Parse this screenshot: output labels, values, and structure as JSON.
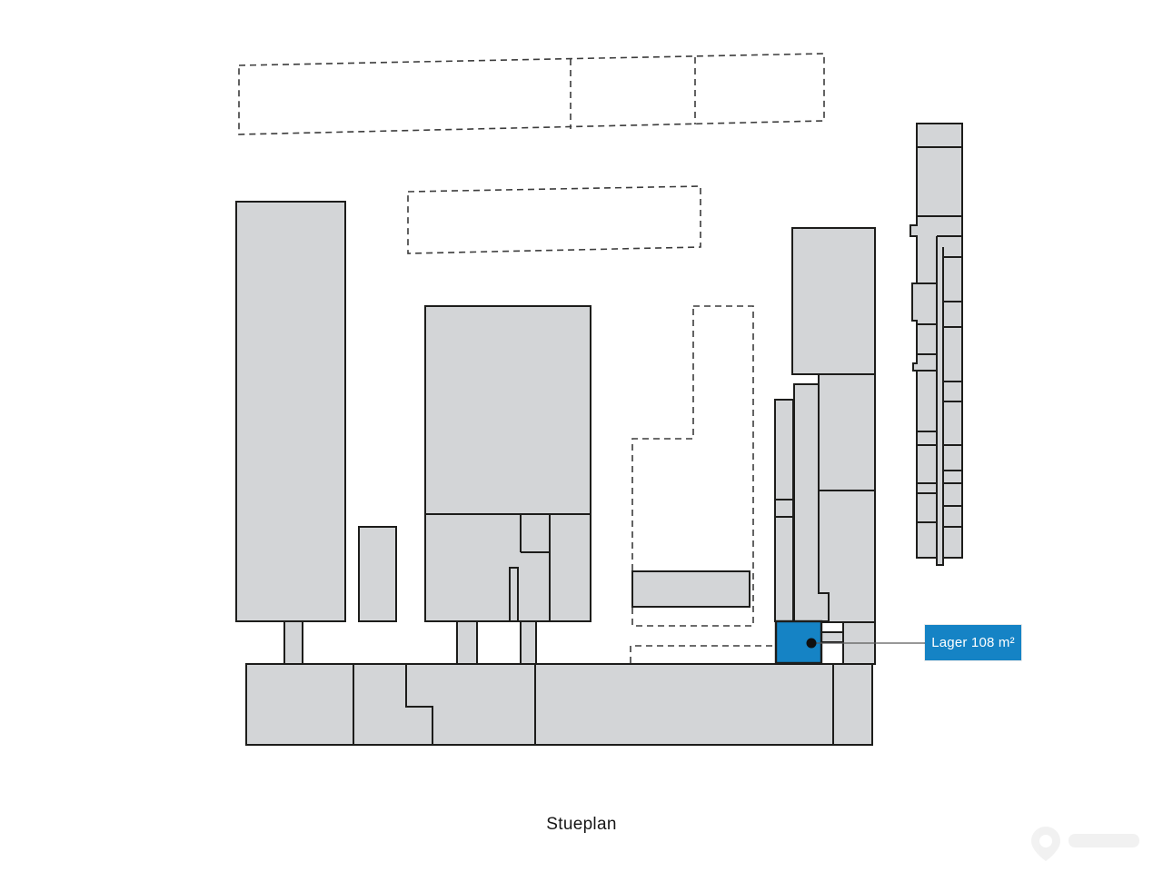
{
  "page": {
    "title": "Stueplan",
    "background": "#ffffff"
  },
  "floorplan": {
    "highlighted_unit": {
      "label": "Lager 108 m²",
      "type": "Lager",
      "area_m2": 108
    },
    "colors": {
      "accent_blue": "#1583c5",
      "building_fill": "#d3d5d7",
      "outline": "#1d1d1b",
      "dashed_outline": "#3c3c3c",
      "leader_line": "#5a5a5a",
      "label_text": "#ffffff"
    }
  },
  "watermark": {
    "icon": "map-pin-icon"
  }
}
